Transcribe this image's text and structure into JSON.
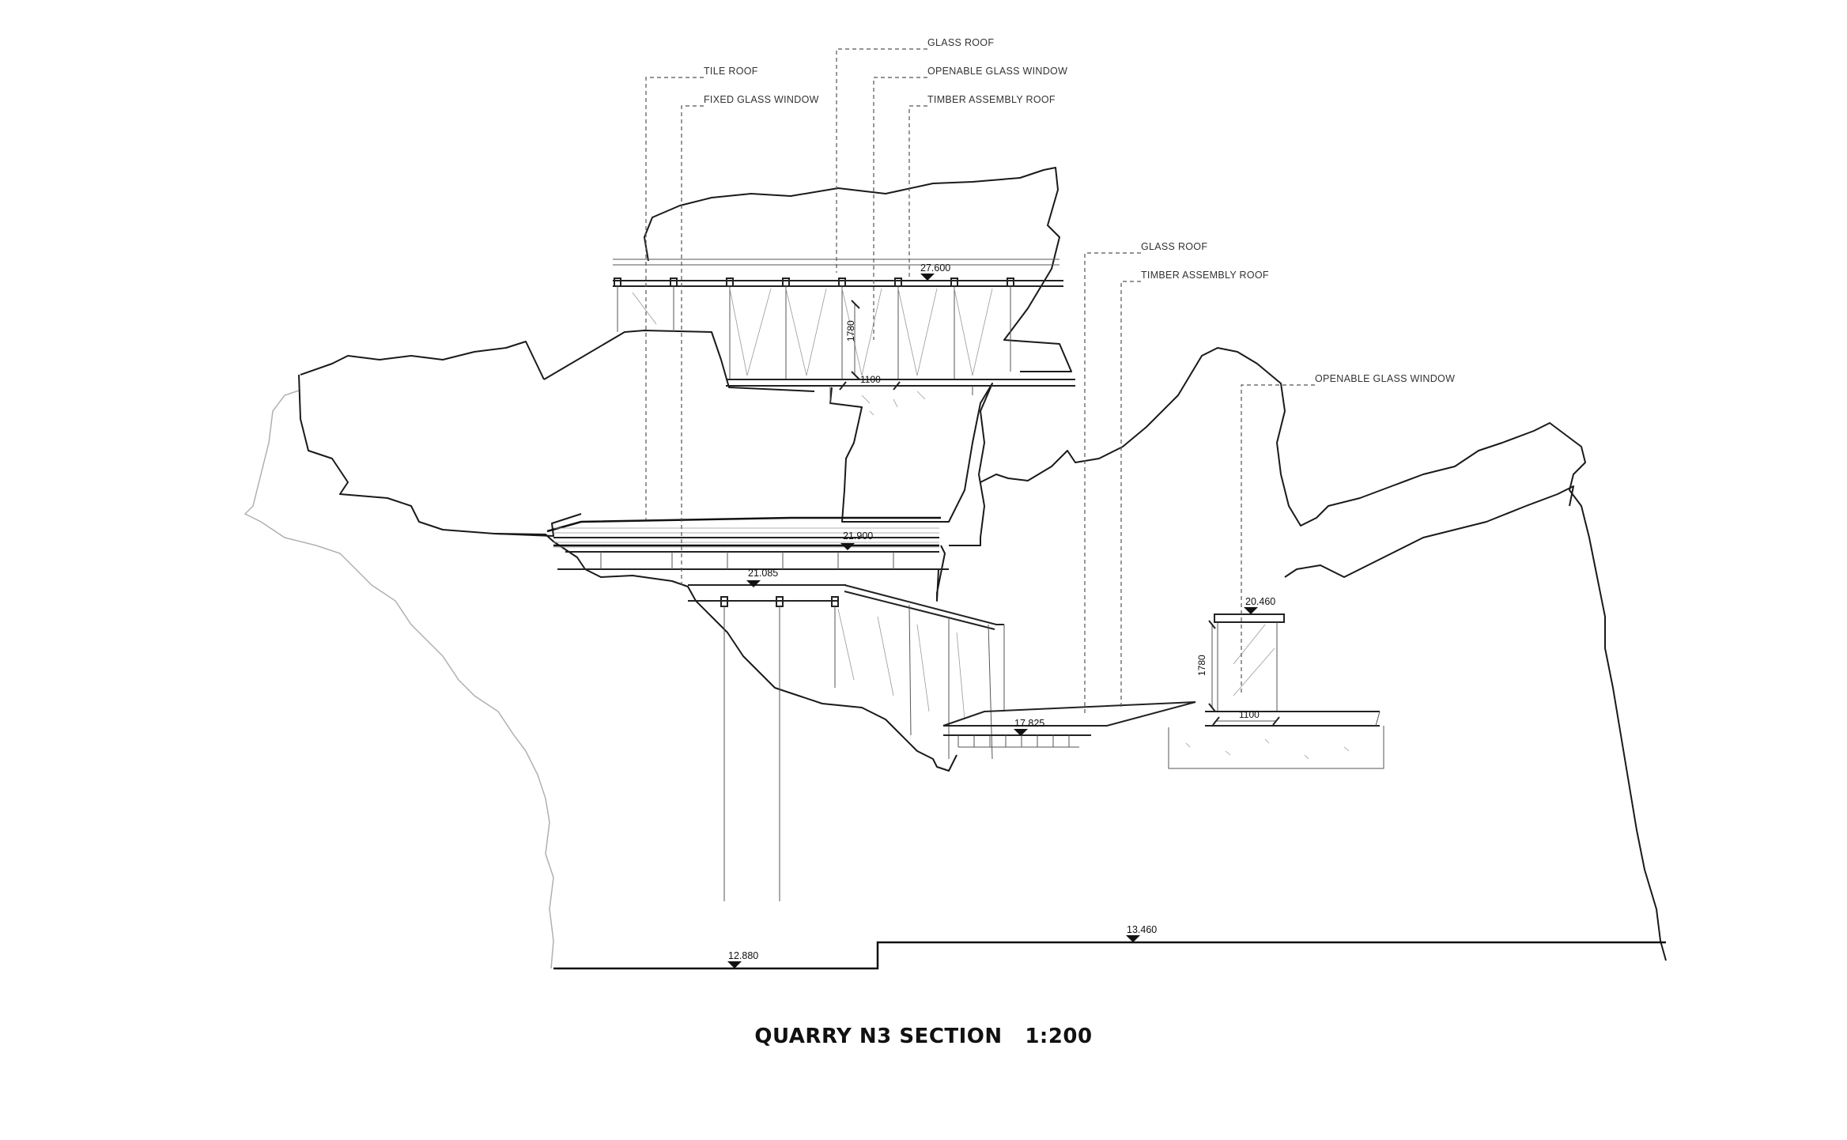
{
  "title": {
    "name": "QUARRY N3 SECTION",
    "scale": "1:200"
  },
  "callouts": [
    {
      "id": "tile-roof",
      "label": "TILE ROOF"
    },
    {
      "id": "fixed-glass-window",
      "label": "FIXED GLASS WINDOW"
    },
    {
      "id": "glass-roof-upper",
      "label": "GLASS ROOF"
    },
    {
      "id": "openable-glass-window-upper",
      "label": "OPENABLE GLASS WINDOW"
    },
    {
      "id": "timber-assembly-roof-upper",
      "label": "TIMBER ASSEMBLY ROOF"
    },
    {
      "id": "glass-roof-mid",
      "label": "GLASS ROOF"
    },
    {
      "id": "timber-assembly-roof-mid",
      "label": "TIMBER ASSEMBLY ROOF"
    },
    {
      "id": "openable-glass-window-right",
      "label": "OPENABLE GLASS WINDOW"
    }
  ],
  "elevations": [
    {
      "id": "el-27600",
      "value": "27.600"
    },
    {
      "id": "el-21900",
      "value": "21.900"
    },
    {
      "id": "el-21085",
      "value": "21.085"
    },
    {
      "id": "el-20460",
      "value": "20.460"
    },
    {
      "id": "el-17825",
      "value": "17.825"
    },
    {
      "id": "el-13460",
      "value": "13.460"
    },
    {
      "id": "el-12880",
      "value": "12.880"
    }
  ],
  "dimensions": [
    {
      "id": "dim-upper-height",
      "value": "1780"
    },
    {
      "id": "dim-upper-width",
      "value": "1100"
    },
    {
      "id": "dim-right-height",
      "value": "1780"
    },
    {
      "id": "dim-right-width",
      "value": "1100"
    }
  ]
}
